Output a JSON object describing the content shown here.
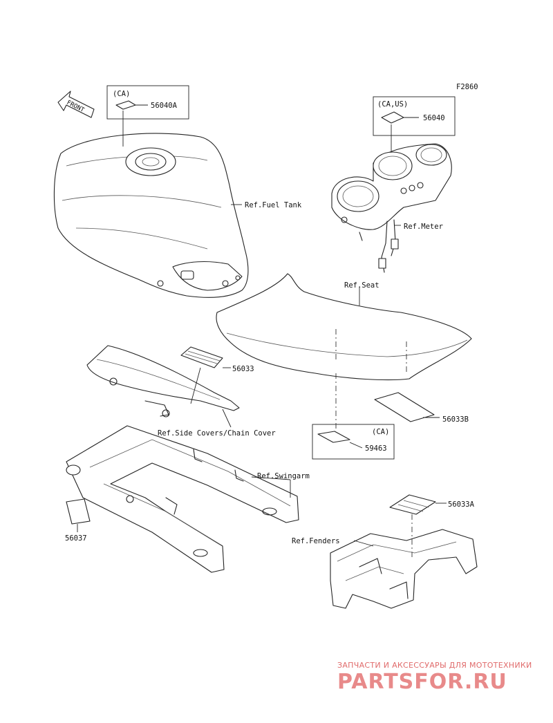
{
  "figure_code": "F2860",
  "front_label": "FRONT",
  "callouts": {
    "p56040A": "56040A",
    "p56040": "56040",
    "p56033": "56033",
    "p56033B": "56033B",
    "p59463": "59463",
    "p56033A": "56033A",
    "p56037": "56037"
  },
  "region_notes": {
    "ca": "(CA)",
    "ca_us": "(CA,US)",
    "ca2": "(CA)"
  },
  "references": {
    "fuel_tank": "Ref.Fuel Tank",
    "meter": "Ref.Meter",
    "seat": "Ref.Seat",
    "side_covers": "Ref.Side Covers/Chain Cover",
    "swingarm": "Ref.Swingarm",
    "fenders": "Ref.Fenders"
  },
  "watermark": {
    "line1": "ЗАПЧАСТИ И АКСЕССУАРЫ ДЛЯ МОТОТЕХНИКИ",
    "line2": "PARTSFOR.RU"
  }
}
